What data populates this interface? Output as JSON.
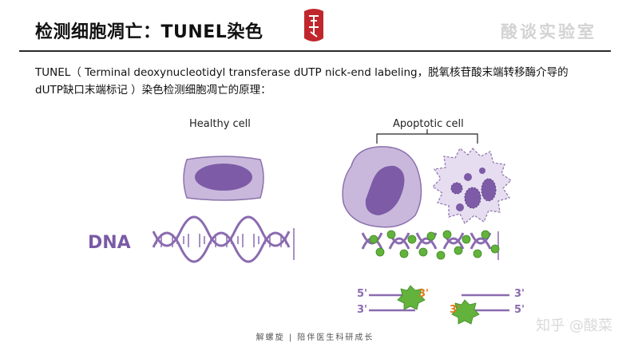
{
  "slide": {
    "title": "检测细胞凋亡：TUNEL染色",
    "brand": "酸谈实验室",
    "intro_line1": "TUNEL（ Terminal deoxynucleotidyl transferase dUTP nick-end labeling，脱氧核苷酸末端转移酶介导的",
    "intro_line2": "dUTP缺口末端标记 ）染色检测细胞凋亡的原理：",
    "footer": "解螺旋 | 陪伴医生科研成长",
    "watermark": "知乎 @酸菜"
  },
  "figure": {
    "healthy_label": "Healthy cell",
    "apoptotic_label": "Apoptotic cell",
    "dna_label": "DNA",
    "strand_left_top_5": "5'",
    "strand_left_top_3": "3'",
    "strand_left_bottom_3": "3'",
    "strand_right_top_3": "3'",
    "strand_right_bottom_3": "3'",
    "strand_right_bottom_5": "5'"
  },
  "colors": {
    "purple_light": "#c9b8dc",
    "purple_border": "#8c72ad",
    "nucleus": "#7d5ba6",
    "dna_strand": "#8a6bb0",
    "label_green": "#62b23c",
    "orange": "#e07b1a"
  }
}
